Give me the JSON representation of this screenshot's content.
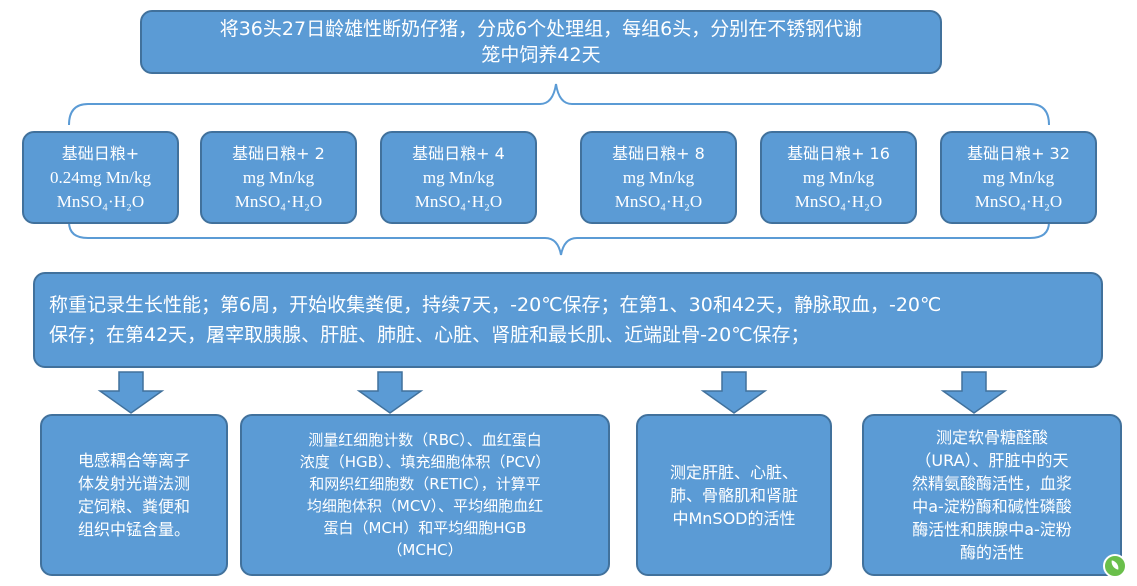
{
  "top_box": {
    "line1": "将36头27日龄雄性断奶仔猪，分成6个处理组，每组6头，分别在不锈钢代谢",
    "line2": "笼中饲养42天"
  },
  "groups": [
    {
      "l1": "基础日粮+",
      "l2": "0.24mg Mn/kg",
      "l3": "MnSO₄·H₂O"
    },
    {
      "l1": "基础日粮+ 2",
      "l2": "mg Mn/kg",
      "l3": "MnSO₄·H₂O"
    },
    {
      "l1": "基础日粮+ 4",
      "l2": "mg Mn/kg",
      "l3": "MnSO₄·H₂O"
    },
    {
      "l1": "基础日粮+ 8",
      "l2": "mg Mn/kg",
      "l3": "MnSO₄·H₂O"
    },
    {
      "l1": "基础日粮+ 16",
      "l2": "mg Mn/kg",
      "l3": "MnSO₄·H₂O"
    },
    {
      "l1": "基础日粮+ 32",
      "l2": "mg Mn/kg",
      "l3": "MnSO₄·H₂O"
    }
  ],
  "middle_box": {
    "line1": "称重记录生长性能；第6周，开始收集粪便，持续7天，-20℃保存；在第1、30和42天，静脉取血，-20℃",
    "line2": "保存；在第42天，屠宰取胰腺、肝脏、肺脏、心脏、肾脏和最长肌、近端趾骨-20℃保存；"
  },
  "bottom_boxes": [
    {
      "lines": [
        "电感耦合等离子",
        "体发射光谱法测",
        "定饲粮、粪便和",
        "组织中锰含量。"
      ]
    },
    {
      "lines": [
        "测量红细胞计数（RBC）、血红蛋白",
        "浓度（HGB）、填充细胞体积（PCV）",
        "和网织红细胞数（RETIC），计算平",
        "均细胞体积（MCV）、平均细胞血红",
        "蛋白（MCH）和平均细胞HGB",
        "（MCHC）"
      ]
    },
    {
      "lines": [
        "测定肝脏、心脏、",
        "肺、骨骼肌和肾脏",
        "中MnSOD的活性"
      ]
    },
    {
      "lines": [
        "测定软骨糖醛酸",
        "（URA）、肝脏中的天",
        "然精氨酸酶活性，血浆",
        "中a-淀粉酶和碱性磷酸",
        "酶活性和胰腺中a-淀粉",
        "酶的活性"
      ]
    }
  ],
  "colors": {
    "box_fill": "#5b9bd5",
    "box_border": "#41719c",
    "brace": "#5b9bd5",
    "text": "#ffffff"
  }
}
